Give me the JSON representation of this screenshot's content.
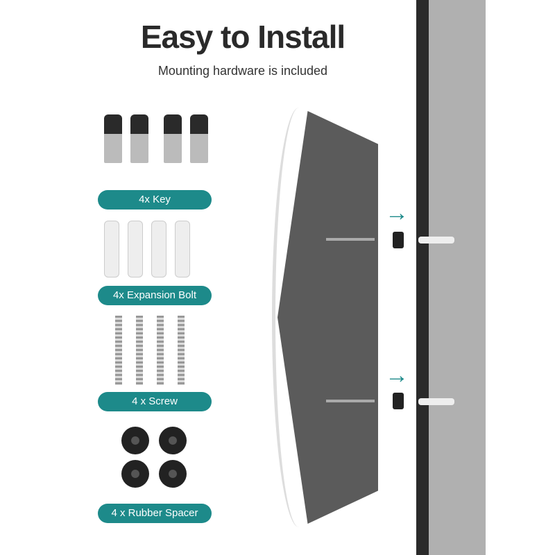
{
  "header": {
    "title": "Easy to Install",
    "subtitle": "Mounting hardware is included"
  },
  "items": [
    {
      "label": "4x Key"
    },
    {
      "label": "4x Expansion Bolt"
    },
    {
      "label": "4 x Screw"
    },
    {
      "label": "4 x Rubber Spacer"
    }
  ],
  "icons": {
    "arrow": "→"
  },
  "colors": {
    "accent": "#1d8a8a"
  }
}
